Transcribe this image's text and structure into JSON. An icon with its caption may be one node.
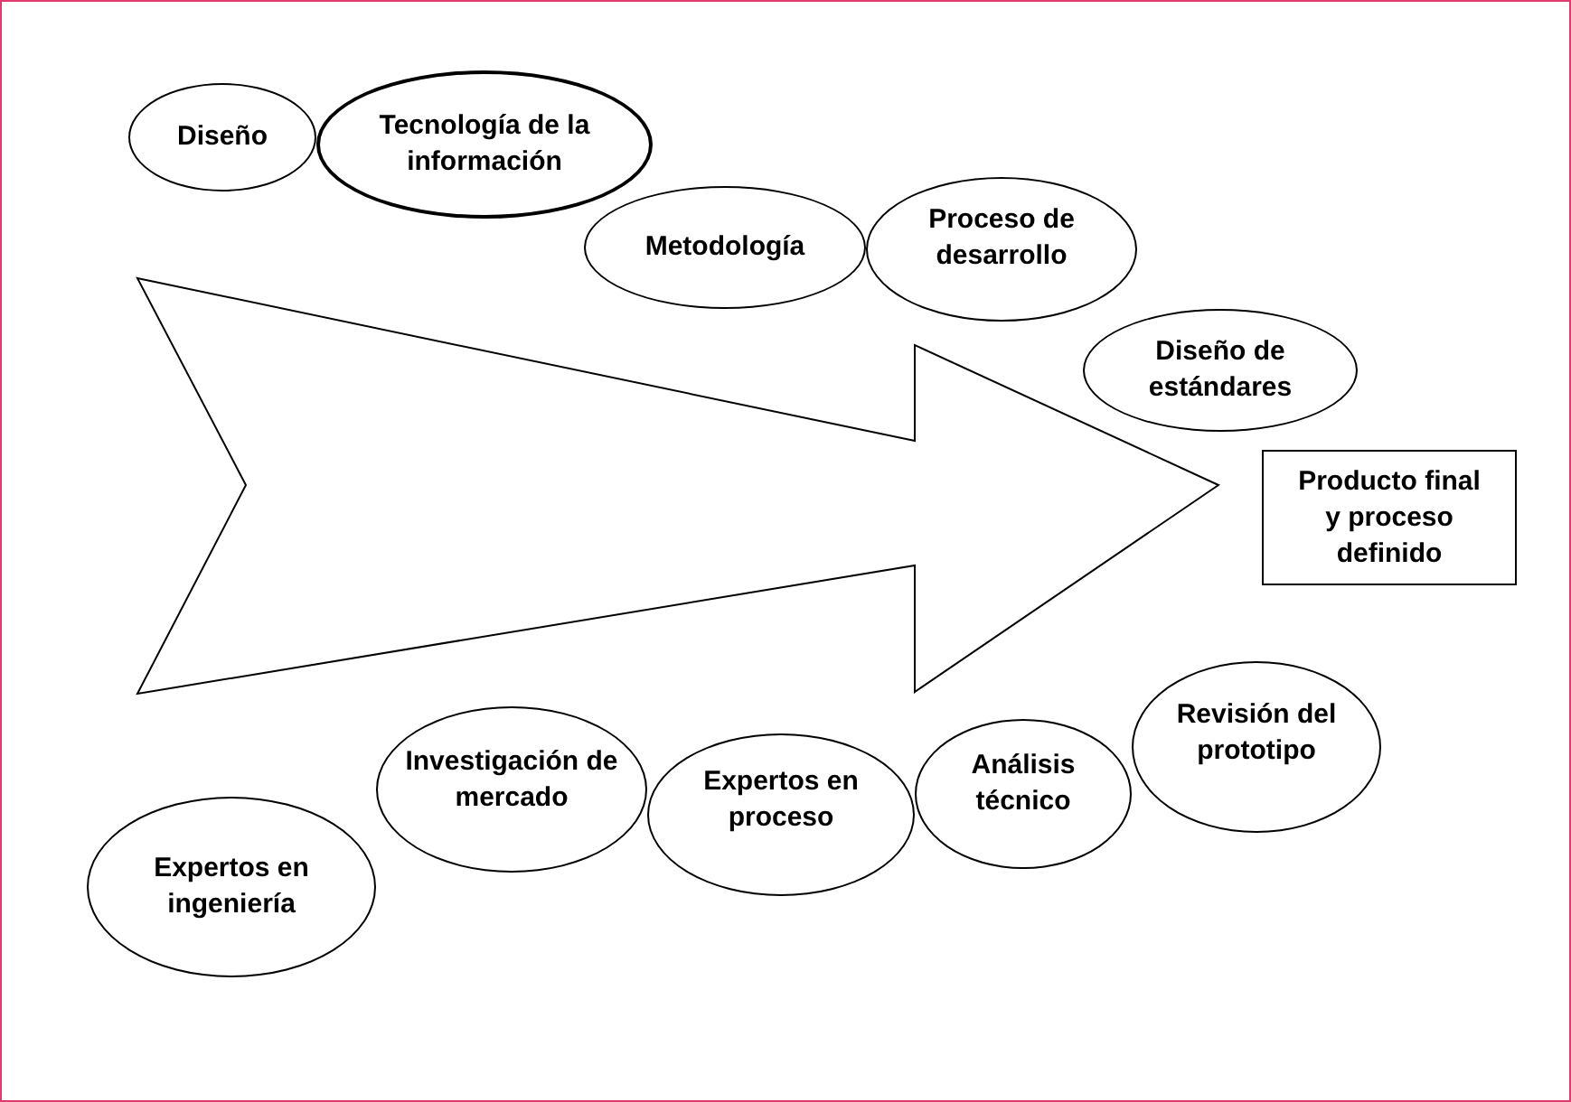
{
  "diagram": {
    "nodes": [
      {
        "text": [
          "Diseño"
        ]
      },
      {
        "text": [
          "Tecnología de la información"
        ]
      },
      {
        "text": [
          "Metodología"
        ]
      },
      {
        "text": [
          "Proceso de desarrollo"
        ]
      },
      {
        "text": [
          "Diseño de estándares"
        ]
      },
      {
        "text": [
          "Producto final y proceso definido"
        ]
      },
      {
        "text": [
          "Expertos en ingeniería"
        ]
      },
      {
        "text": [
          "Investigación de mercado"
        ]
      },
      {
        "text": [
          "Expertos en proceso"
        ]
      },
      {
        "text": [
          "Análisis técnico"
        ]
      },
      {
        "text": [
          "Revisión del prototipo"
        ]
      }
    ],
    "edges": [
      {
        "from": null,
        "to": 5,
        "arrow": "to"
      }
    ]
  }
}
